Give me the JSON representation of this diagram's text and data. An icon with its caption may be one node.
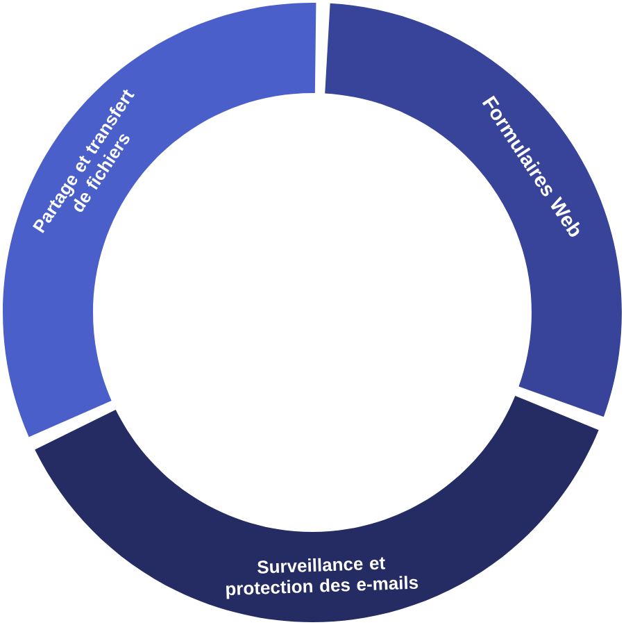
{
  "diagram": {
    "nodes": [
      {
        "text": [
          "Partage et transfert de fichiers"
        ]
      },
      {
        "text": [
          "Formulaires Web"
        ]
      },
      {
        "text": [
          "Surveillance et protection des e-mails"
        ]
      }
    ]
  }
}
